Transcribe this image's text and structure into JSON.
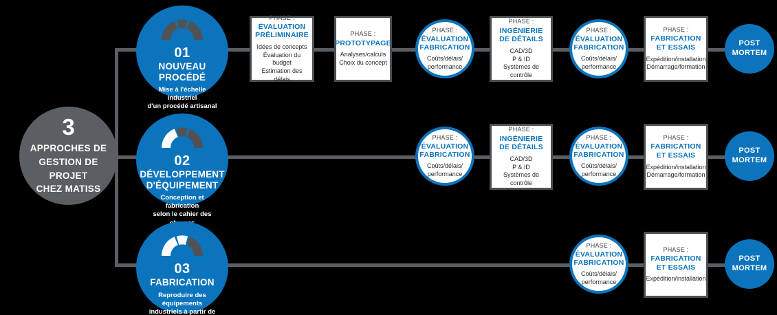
{
  "root": {
    "number": "3",
    "subtitle": "APPROCHES DE\nGESTION DE PROJET\nCHEZ MATISS"
  },
  "colors": {
    "blue": "#0c74bc",
    "gray": "#5b5f63",
    "border_gray": "#4c5053",
    "background": "#000000",
    "white": "#ffffff"
  },
  "stages": [
    {
      "number": "01",
      "title": "NOUVEAU PROCÉDÉ",
      "description": "Mise à l'échelle industriel\nd'un procédé artisanal",
      "gauge_segments": [
        "filled",
        "filled",
        "filled"
      ],
      "gauge_icon": "gauge-icon"
    },
    {
      "number": "02",
      "title": "DÉVELOPPEMENT\nD'ÉQUIPEMENT",
      "description": "Conception et fabrication\nselon le cahier des charges\nfonctionnelles",
      "gauge_segments": [
        "empty",
        "filled",
        "filled"
      ],
      "gauge_icon": "gauge-icon"
    },
    {
      "number": "03",
      "title": "FABRICATION",
      "description": "Reproduire des équipements\nindustriels à partir de\nplans et devis",
      "gauge_segments": [
        "empty",
        "empty",
        "filled"
      ],
      "gauge_icon": "gauge-icon"
    }
  ],
  "phase_label": "PHASE :",
  "row1": {
    "p1": {
      "label": "PHASE :",
      "title": "ÉVALUATION\nPRÉLIMINAIRE",
      "body": "Idées de concepts\nÉvaluation du budget\nEstimation des délais"
    },
    "p2": {
      "label": "PHASE :",
      "title": "PROTOTYPAGE",
      "body": "Analyses/calculs\nChoix du concept"
    },
    "p3": {
      "label": "PHASE :",
      "title": "ÉVALUATION\nFABRICATION",
      "body": "Coûts/délais/\nperformance"
    },
    "p4": {
      "label": "PHASE :",
      "title": "INGÉNIERIE\nDE DÉTAILS",
      "body": "CAD/3D\nP & ID\nSystèmes de contrôle"
    },
    "p5": {
      "label": "PHASE :",
      "title": "ÉVALUATION\nFABRICATION",
      "body": "Coûts/délais/\nperformance"
    },
    "p6": {
      "label": "PHASE :",
      "title": "FABRICATION\nET ESSAIS",
      "body": "Expédition/installation\nDémarrage/formation"
    },
    "post_mortem": "POST\nMORTEM"
  },
  "row2": {
    "p1": {
      "label": "PHASE :",
      "title": "ÉVALUATION\nFABRICATION",
      "body": "Coûts/délais/\nperformance"
    },
    "p2": {
      "label": "PHASE :",
      "title": "INGÉNIERIE\nDE DÉTAILS",
      "body": "CAD/3D\nP & ID\nSystèmes de contrôle"
    },
    "p3": {
      "label": "PHASE :",
      "title": "ÉVALUATION\nFABRICATION",
      "body": "Coûts/délais/\nperformance"
    },
    "p4": {
      "label": "PHASE :",
      "title": "FABRICATION\nET ESSAIS",
      "body": "Expédition/installation\nDémarrage/formation"
    },
    "post_mortem": "POST\nMORTEM"
  },
  "row3": {
    "p1": {
      "label": "PHASE :",
      "title": "ÉVALUATION\nFABRICATION",
      "body": "Coûts/délais/\nperformance"
    },
    "p2": {
      "label": "PHASE :",
      "title": "FABRICATION\nET ESSAIS",
      "body": "Expédition/installation"
    },
    "post_mortem": "POST\nMORTEM"
  }
}
